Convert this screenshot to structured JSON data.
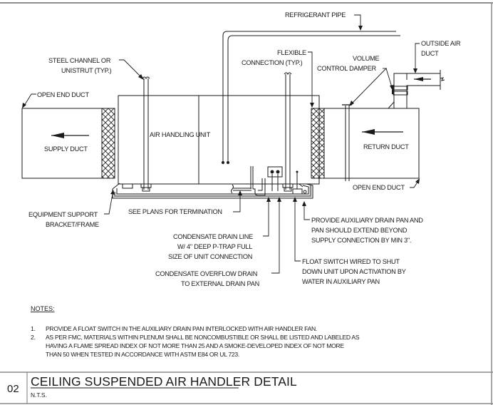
{
  "detail": {
    "number": "02",
    "title": "CEILING SUSPENDED AIR HANDLER DETAIL",
    "scale": "N.T.S."
  },
  "labels": {
    "refrigerant_pipe": "REFRIGERANT PIPE",
    "steel_channel_1": "STEEL CHANNEL OR",
    "steel_channel_2": "UNISTRUT (TYP.)",
    "flexible_1": "FLEXIBLE",
    "flexible_2": "CONNECTION (TYP.)",
    "volume_1": "VOLUME",
    "volume_2": "CONTROL DAMPER",
    "outside_air_1": "OUTSIDE AIR",
    "outside_air_2": "DUCT",
    "open_end_duct_left": "OPEN END DUCT",
    "open_end_duct_right": "OPEN END DUCT",
    "supply_duct": "SUPPLY DUCT",
    "air_handling_unit": "AIR HANDLING UNIT",
    "return_duct": "RETURN DUCT",
    "equipment_support_1": "EQUIPMENT SUPPORT",
    "equipment_support_2": "BRACKET/FRAME",
    "see_plans": "SEE PLANS FOR TERMINATION",
    "condensate_drain_1": "CONDENSATE DRAIN LINE",
    "condensate_drain_2": "W/ 4\" DEEP P-TRAP FULL",
    "condensate_drain_3": "SIZE OF UNIT CONNECTION",
    "condensate_overflow_1": "CONDENSATE OVERFLOW DRAIN",
    "condensate_overflow_2": "TO EXTERNAL DRAIN PAN",
    "aux_pan_1": "PROVIDE AUXILIARY DRAIN PAN AND",
    "aux_pan_2": "PAN SHOULD EXTEND BEYOND",
    "aux_pan_3": "SUPPLY CONNECTION BY MIN 3\".",
    "float_switch_1": "FLOAT SWITCH WIRED TO SHUT",
    "float_switch_2": "DOWN UNIT UPON ACTIVATION BY",
    "float_switch_3": "WATER IN AUXILIARY PAN"
  },
  "notes": {
    "heading": "NOTES:",
    "items": [
      {
        "num": "1.",
        "lines": [
          "PROVIDE A FLOAT SWITCH IN THE AUXILIARY DRAIN PAN INTERLOCKED WITH AIR HANDLER FAN."
        ]
      },
      {
        "num": "2.",
        "lines": [
          "AS PER FMC, MATERIALS WITHIN PLENUM SHALL BE NONCOMBUSTIBLE OR SHALL BE LISTED AND LABELED AS",
          "HAVING A FLAME SPREAD INDEX OF NOT MORE THAN 25 AND A SMOKE-DEVELOPED INDEX OF NOT MORE",
          "THAN 50 WHEN TESTED IN ACCORDANCE WITH ASTM E84 OR UL 723."
        ]
      }
    ]
  }
}
